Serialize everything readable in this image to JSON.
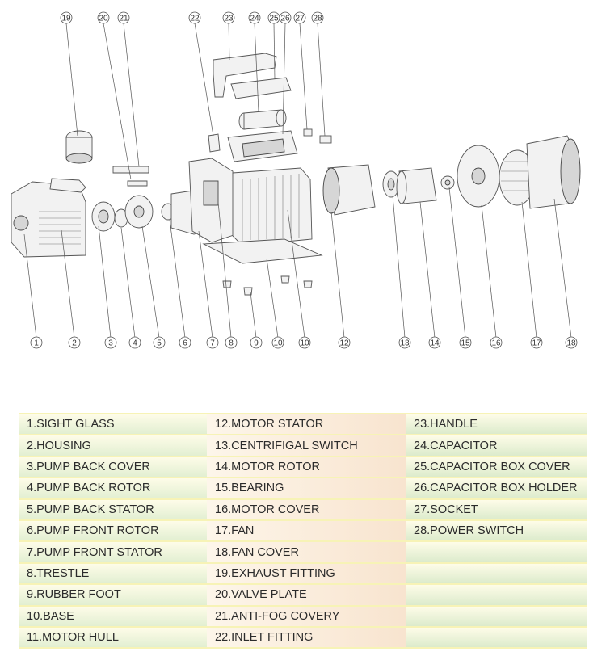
{
  "callouts": [
    {
      "label": "1"
    },
    {
      "label": "2"
    },
    {
      "label": "3"
    },
    {
      "label": "4"
    },
    {
      "label": "5"
    },
    {
      "label": "6"
    },
    {
      "label": "7"
    },
    {
      "label": "8"
    },
    {
      "label": "9"
    },
    {
      "label": "10"
    },
    {
      "label": "10"
    },
    {
      "label": "12"
    },
    {
      "label": "13"
    },
    {
      "label": "14"
    },
    {
      "label": "15"
    },
    {
      "label": "16"
    },
    {
      "label": "17"
    },
    {
      "label": "18"
    },
    {
      "label": "19"
    },
    {
      "label": "20"
    },
    {
      "label": "21"
    },
    {
      "label": "22"
    },
    {
      "label": "23"
    },
    {
      "label": "24"
    },
    {
      "label": "25"
    },
    {
      "label": "26"
    },
    {
      "label": "27"
    },
    {
      "label": "28"
    }
  ],
  "legend": {
    "rows": [
      [
        "1.SIGHT GLASS",
        "12.MOTOR STATOR",
        "23.HANDLE"
      ],
      [
        "2.HOUSING",
        "13.CENTRIFIGAL SWITCH",
        "24.CAPACITOR"
      ],
      [
        "3.PUMP BACK COVER",
        "14.MOTOR ROTOR",
        "25.CAPACITOR BOX COVER"
      ],
      [
        "4.PUMP BACK ROTOR",
        "15.BEARING",
        "26.CAPACITOR BOX HOLDER"
      ],
      [
        "5.PUMP BACK STATOR",
        "16.MOTOR COVER",
        "27.SOCKET"
      ],
      [
        "6.PUMP FRONT ROTOR",
        "17.FAN",
        "28.POWER SWITCH"
      ],
      [
        "7.PUMP FRONT STATOR",
        "18.FAN COVER",
        ""
      ],
      [
        "8.TRESTLE",
        "19.EXHAUST FITTING",
        ""
      ],
      [
        "9.RUBBER FOOT",
        "20.VALVE PLATE",
        ""
      ],
      [
        "10.BASE",
        "21.ANTI-FOG COVERY",
        ""
      ],
      [
        "11.MOTOR HULL",
        "22.INLET FITTING",
        ""
      ]
    ]
  }
}
